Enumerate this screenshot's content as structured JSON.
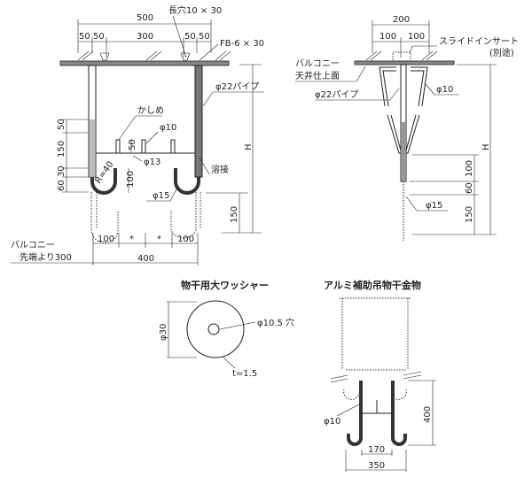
{
  "front_view": {
    "dim_total": "500",
    "dim_50a": "50",
    "dim_50b": "50",
    "dim_300": "300",
    "dim_50c": "50",
    "dim_50d": "50",
    "slot": "長穴10 × 30",
    "flatbar": "FB-6 × 30",
    "pipe": "φ22パイプ",
    "caulk": "かしめ",
    "rod10": "φ10",
    "rod13": "φ13",
    "weld": "溶接",
    "rod15": "φ15",
    "radius": "R=40",
    "h": "H",
    "v50": "50",
    "v150": "150",
    "v30": "30",
    "v60": "60",
    "v100": "100",
    "v50b": "50",
    "v150r": "150",
    "b100a": "100",
    "b_star1": "*",
    "b_star2": "*",
    "b100b": "100",
    "b400": "400",
    "balcony": "バルコニー",
    "from_edge": "先端より300"
  },
  "side_view": {
    "dim_200": "200",
    "dim_100a": "100",
    "dim_100b": "100",
    "insert": "スライドインサート",
    "separate": "(別途)",
    "balcony": "バルコニー",
    "ceiling": "天井仕上面",
    "pipe": "φ22パイプ",
    "rod10": "φ10",
    "h": "H",
    "v100": "100",
    "v60": "60",
    "v150": "150",
    "rod15": "φ15"
  },
  "washer": {
    "title": "物干用大ワッシャー",
    "dia": "φ30",
    "hole": "φ10.5 穴",
    "thickness": "t=1.5"
  },
  "aux_hanger": {
    "title": "アルミ補助吊物干金物",
    "rod": "φ10",
    "height": "400",
    "inner": "170",
    "outer": "350"
  }
}
